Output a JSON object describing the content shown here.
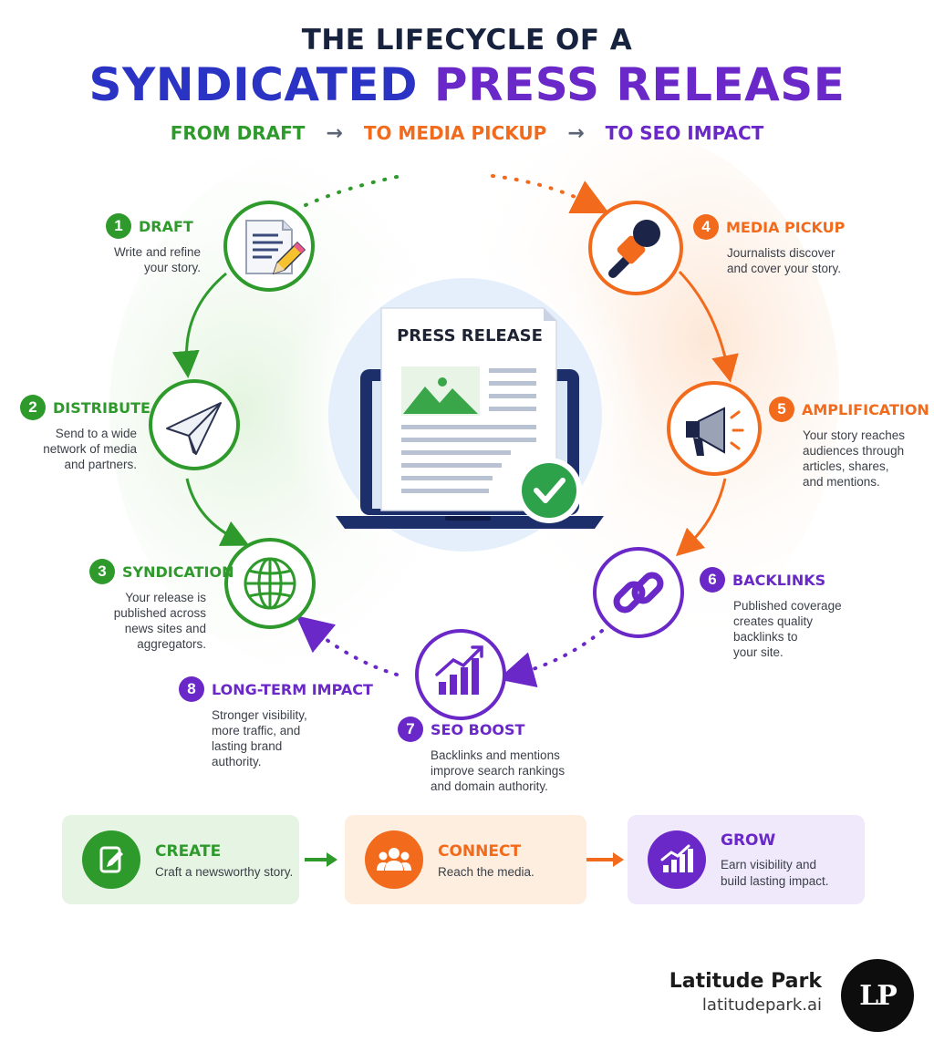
{
  "header": {
    "title_line1": "THE LIFECYCLE OF A",
    "title_part1": "SYNDICATED",
    "title_part2": "PRESS RELEASE",
    "subtitle_1": "FROM DRAFT",
    "subtitle_2": "TO MEDIA PICKUP",
    "subtitle_3": "TO SEO IMPACT",
    "arrow_glyph": "→"
  },
  "center": {
    "document_title": "PRESS RELEASE"
  },
  "steps": [
    {
      "num": "1",
      "name": "DRAFT",
      "desc": [
        "Write and refine",
        "your story."
      ],
      "color": "#2e9a2b",
      "icon": "document-pencil-icon"
    },
    {
      "num": "2",
      "name": "DISTRIBUTE",
      "desc": [
        "Send to a wide",
        "network of media",
        "and partners."
      ],
      "color": "#2e9a2b",
      "icon": "paper-plane-icon"
    },
    {
      "num": "3",
      "name": "SYNDICATION",
      "desc": [
        "Your release is",
        "published across",
        "news sites and",
        "aggregators."
      ],
      "color": "#2e9a2b",
      "icon": "globe-icon"
    },
    {
      "num": "4",
      "name": "MEDIA PICKUP",
      "desc": [
        "Journalists discover",
        "and cover your story."
      ],
      "color": "#f26a1b",
      "icon": "microphone-icon"
    },
    {
      "num": "5",
      "name": "AMPLIFICATION",
      "desc": [
        "Your story reaches",
        "audiences through",
        "articles, shares,",
        "and mentions."
      ],
      "color": "#f26a1b",
      "icon": "megaphone-icon"
    },
    {
      "num": "6",
      "name": "BACKLINKS",
      "desc": [
        "Published coverage",
        "creates quality",
        "backlinks to",
        "your site."
      ],
      "color": "#6a28c8",
      "icon": "chain-link-icon"
    },
    {
      "num": "7",
      "name": "SEO BOOST",
      "desc": [
        "Backlinks and mentions",
        "improve search rankings",
        "and domain authority."
      ],
      "color": "#6a28c8",
      "icon": "growth-chart-icon"
    },
    {
      "num": "8",
      "name": "LONG-TERM IMPACT",
      "desc": [
        "Stronger visibility,",
        "more traffic, and",
        "lasting brand",
        "authority."
      ],
      "color": "#6a28c8",
      "icon": ""
    }
  ],
  "summary": [
    {
      "name": "CREATE",
      "desc": [
        "Craft a newsworthy story."
      ],
      "color": "#2e9a2b",
      "icon": "document-pencil-icon"
    },
    {
      "name": "CONNECT",
      "desc": [
        "Reach the media."
      ],
      "color": "#f26a1b",
      "icon": "people-icon"
    },
    {
      "name": "GROW",
      "desc": [
        "Earn visibility and",
        "build lasting impact."
      ],
      "color": "#6a28c8",
      "icon": "growth-chart-icon"
    }
  ],
  "brand": {
    "name": "Latitude Park",
    "url": "latitudepark.ai",
    "logo_text": "LP"
  }
}
